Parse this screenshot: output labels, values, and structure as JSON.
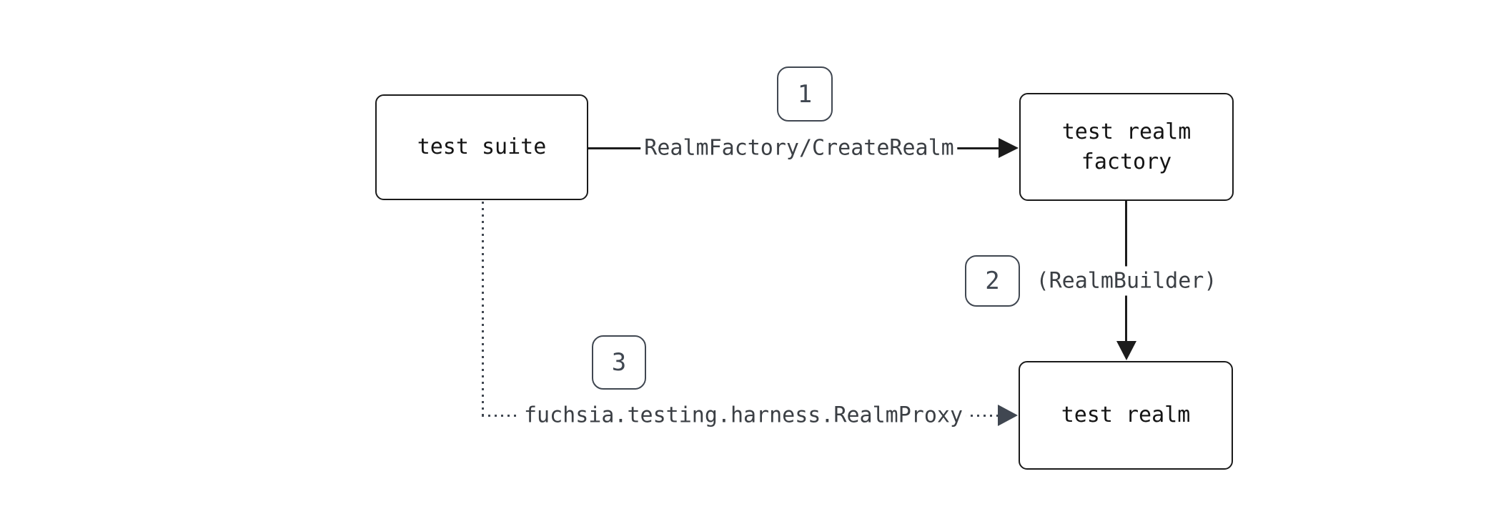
{
  "diagram": {
    "type": "flowchart",
    "nodes": [
      {
        "id": "test-suite",
        "label": "test suite"
      },
      {
        "id": "test-realm-factory",
        "label": "test realm factory"
      },
      {
        "id": "test-realm",
        "label": "test realm"
      }
    ],
    "edges": [
      {
        "step": "1",
        "label": "RealmFactory/CreateRealm",
        "from": "test-suite",
        "to": "test-realm-factory",
        "style": "solid"
      },
      {
        "step": "2",
        "label": "(RealmBuilder)",
        "from": "test-realm-factory",
        "to": "test-realm",
        "style": "solid"
      },
      {
        "step": "3",
        "label": "fuchsia.testing.harness.RealmProxy",
        "from": "test-suite",
        "to": "test-realm",
        "style": "dotted"
      }
    ],
    "colors": {
      "node-border": "#1a1a1a",
      "node-fill": "#ffffff",
      "node-text": "#141414",
      "solid-edge": "#1c1c1c",
      "dotted-edge": "#404751",
      "edge-label-text": "#3b3f44",
      "badge-border": "#404751",
      "badge-text": "#404751",
      "bg": "#ffffff"
    }
  }
}
